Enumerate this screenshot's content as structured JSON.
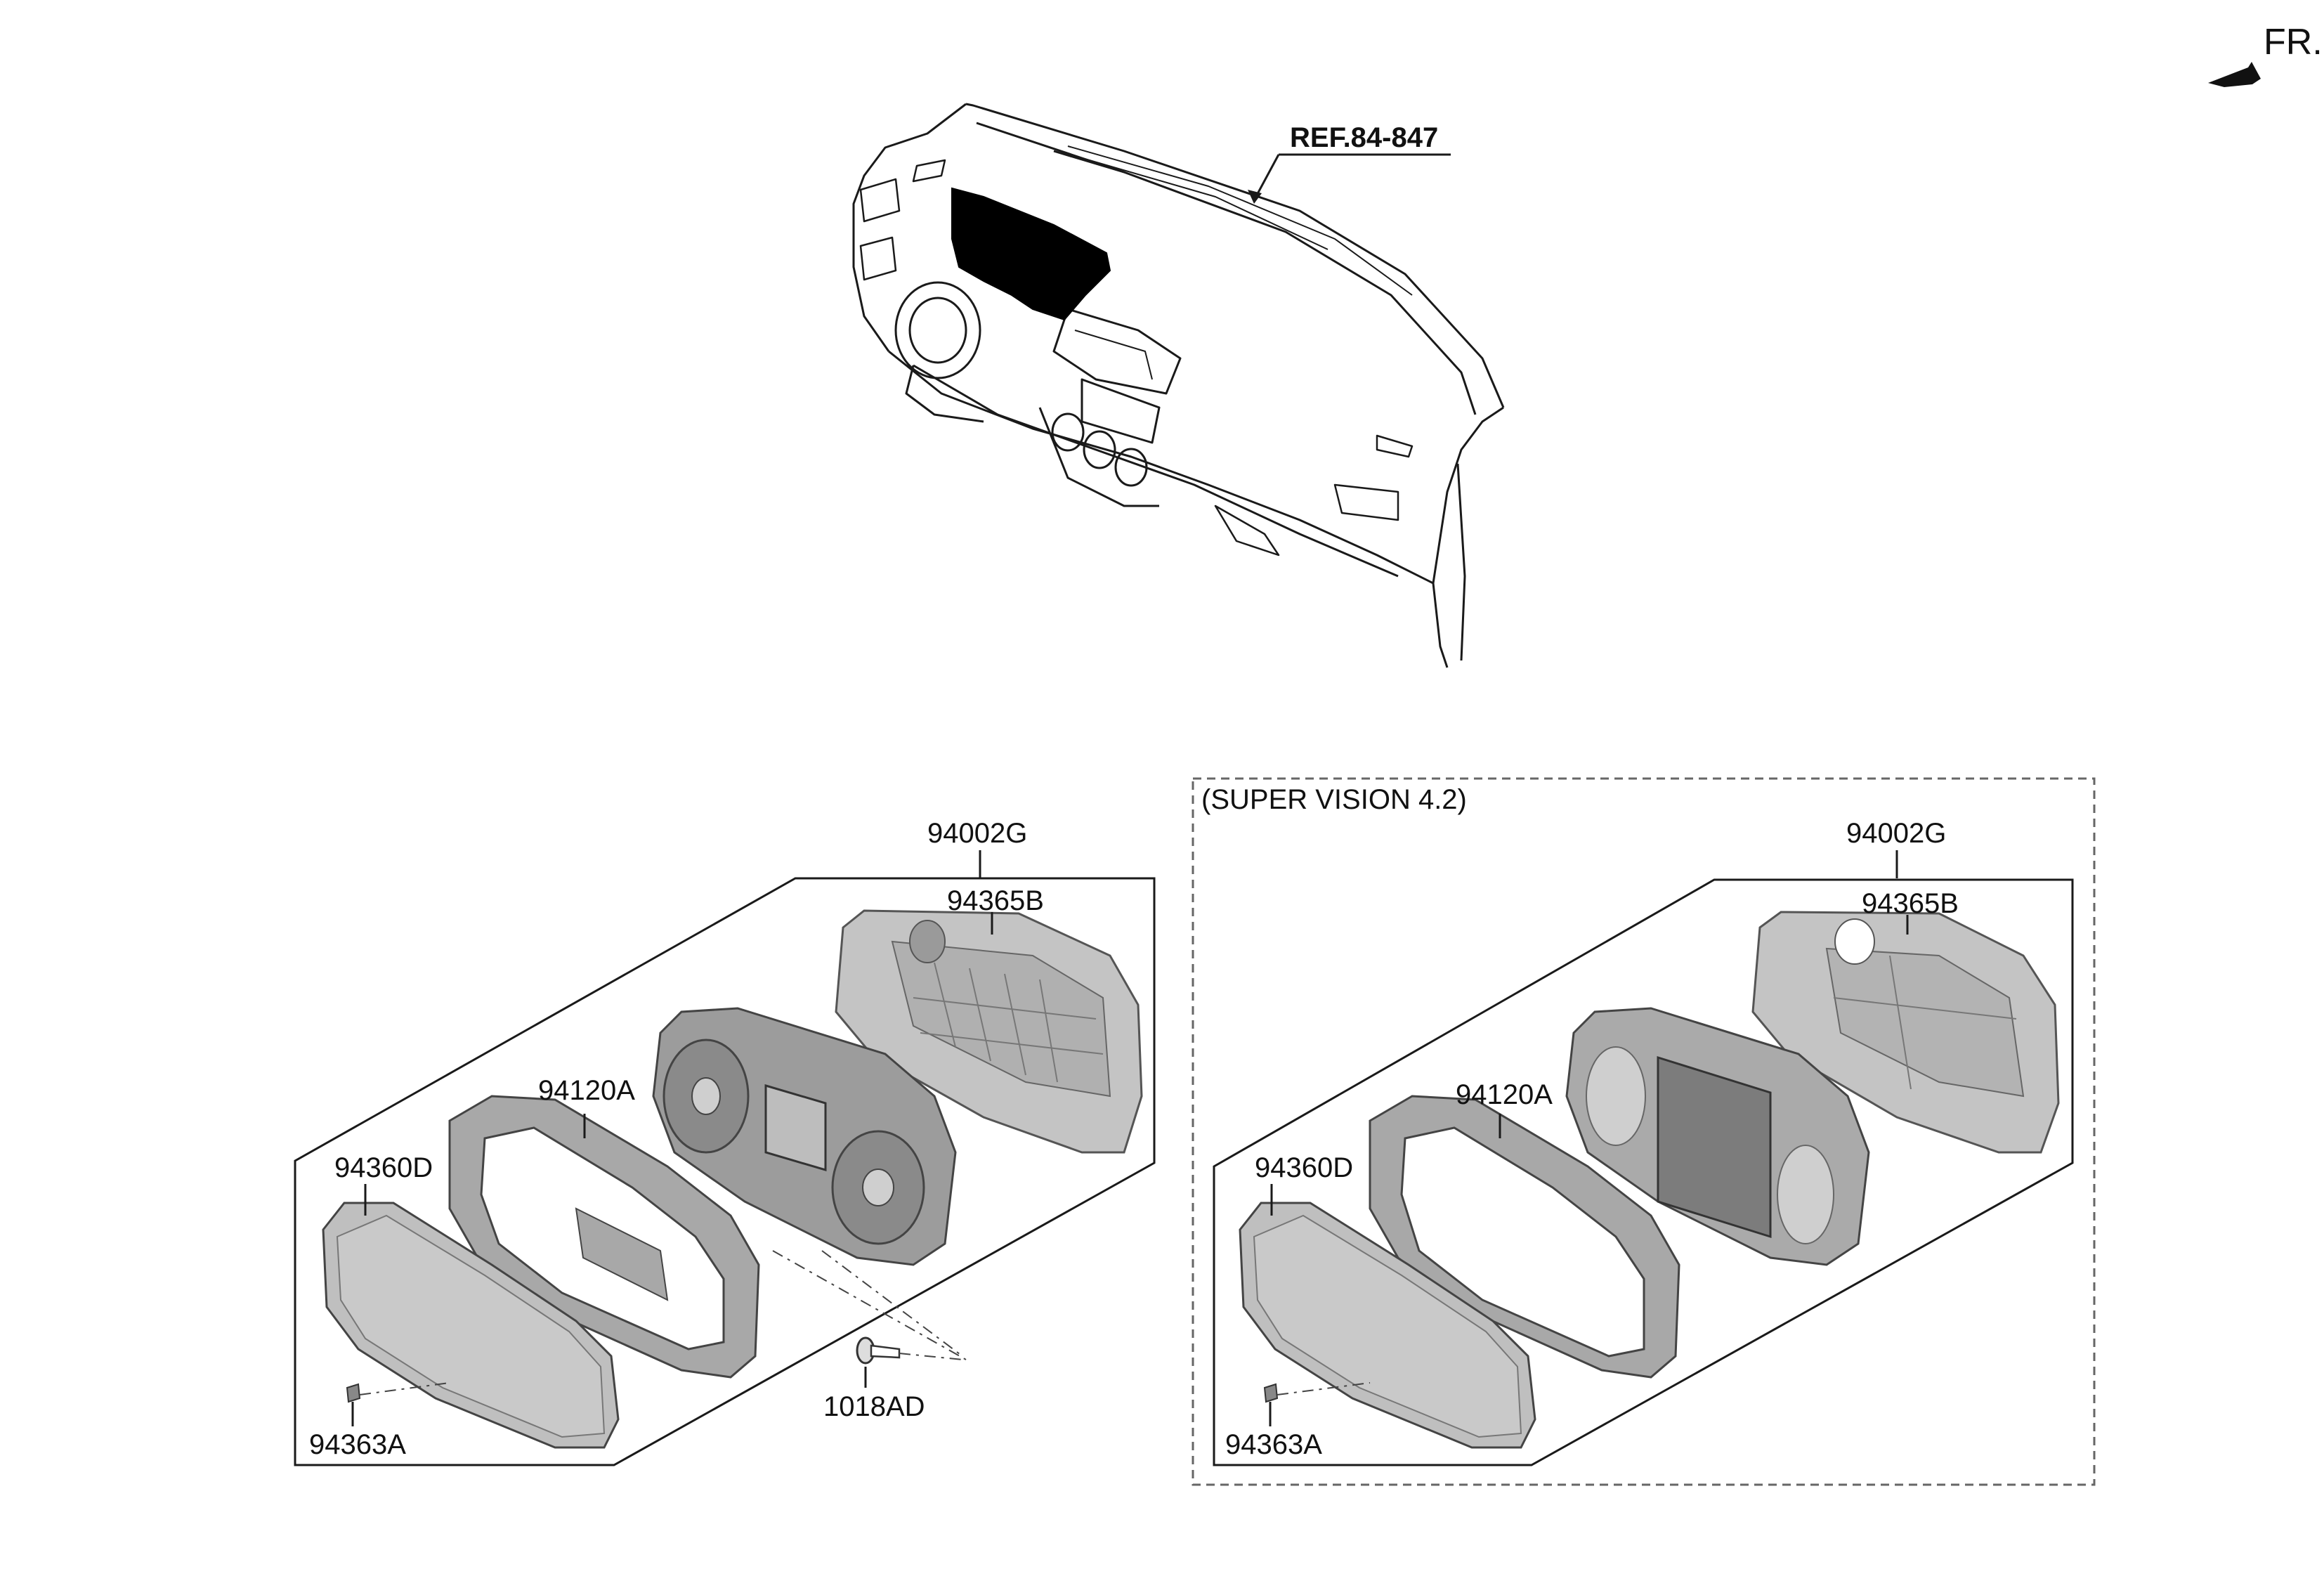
{
  "orientation": {
    "text": "FR.",
    "icon": "front-direction-arrow-icon"
  },
  "dash_reference": {
    "text": "REF.84-847"
  },
  "panel_standard": {
    "labels": {
      "assembly": "94002G",
      "case": "94365B",
      "gauge": "",
      "mask": "94120A",
      "window": "94360D",
      "clip": "94363A",
      "screw": "1018AD"
    }
  },
  "panel_supervision": {
    "title": "(SUPER VISION 4.2)",
    "labels": {
      "assembly": "94002G",
      "case": "94365B",
      "mask": "94120A",
      "window": "94360D",
      "clip": "94363A"
    }
  },
  "colors": {
    "line": "#1a1a1a",
    "part_fill": "#bdbdbd",
    "part_dark": "#6e6e6e",
    "cluster_black": "#000000",
    "dash_border": "#777777"
  }
}
